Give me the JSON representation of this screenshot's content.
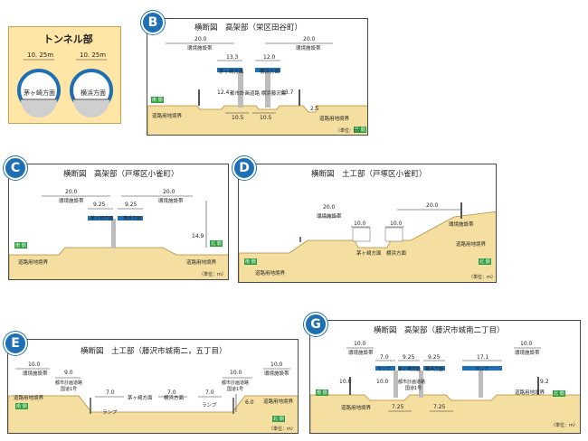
{
  "colors": {
    "ground": "#f5dfa0",
    "ground_edge": "#b58a3a",
    "deck": "#1f6fb5",
    "badge": "#1f6fb5",
    "tunnel_fill": "#ffe6a6",
    "tag": "#2e9e3e"
  },
  "tunnel": {
    "title": "トンネル部",
    "left_width": "10. 25m",
    "right_width": "10. 25m",
    "left_label": "茅ヶ崎方面",
    "right_label": "横浜方面"
  },
  "B": {
    "badge": "B",
    "title": "横断図　高架部（栄区田谷町）",
    "dims": {
      "top_left": "20.0",
      "top_right": "20.0",
      "upper_l": "13.3",
      "upper_r": "12.0",
      "left_h": "12.4",
      "right_h": "13.7",
      "bot_l": "10.5",
      "bot_r": "10.5",
      "side": "2.5"
    },
    "labels": {
      "setback_l": "環境施設帯",
      "setback_r": "環境施設帯",
      "deck_l": "茅ヶ崎方面",
      "deck_r": "横浜方面",
      "road_note": "都市計画道路 横浜藤沢線",
      "bound_l": "道路用地境界",
      "bound_r": "道路用地境界",
      "tag_l": "南 側",
      "tag_r": "北 側",
      "unit": "（単位：m）"
    }
  },
  "C": {
    "badge": "C",
    "title": "横断図　高架部（戸塚区小雀町）",
    "dims": {
      "top": "20.0",
      "top2": "20.0",
      "upper_l": "9.25",
      "upper_r": "9.25",
      "right_h": "14.9"
    },
    "labels": {
      "setback_l": "環境施設帯",
      "setback_r": "環境施設帯",
      "deck_l": "茅ヶ崎方面",
      "deck_r": "横浜方面",
      "bound_l": "道路用地境界",
      "bound_r": "道路用地境界",
      "tag_l": "南 側",
      "tag_r": "北 側",
      "unit": "（単位：m）"
    }
  },
  "D": {
    "badge": "D",
    "title": "横断図　土工部（戸塚区小雀町）",
    "dims": {
      "top_l": "20.0",
      "top_r": "20.0",
      "mid_l": "10.0",
      "mid_r": "10.0"
    },
    "labels": {
      "setback_l": "環境施設帯",
      "setback_r": "環境施設帯",
      "road_l": "茅ヶ崎方面",
      "road_r": "横浜方面",
      "bound_l": "道路用地境界",
      "bound_r": "道路用地境界",
      "tag_l": "南 側",
      "tag_r": "北 側",
      "unit": "（単位：m）"
    }
  },
  "E": {
    "badge": "E",
    "title": "横断図　土工部（藤沢市城南二，五丁目）",
    "dims": {
      "top_l": "10.0",
      "top_r": "10.0",
      "inner_l": "9.0",
      "inner_r": "10.0",
      "r1": "7.0",
      "r2": "7.0",
      "r3": "7.0",
      "h": "6.0"
    },
    "labels": {
      "setback_l": "環境施設帯",
      "setback_r": "環境施設帯",
      "city_l1": "都市計画道路",
      "city_l2": "国道1号",
      "city_r1": "都市計画道路",
      "city_r2": "国道1号",
      "ramp_l": "ランプ",
      "road_l": "茅ヶ崎方面",
      "road_r": "横浜方面",
      "ramp_r": "ランプ",
      "bound_l": "道路用地境界",
      "bound_r": "道路用地境界",
      "tag_l": "南 側",
      "tag_r": "北 側",
      "unit": "（単位：m）"
    }
  },
  "G": {
    "badge": "G",
    "title": "横断図　高架部（藤沢市城南二丁目）",
    "dims": {
      "top_l": "10.0",
      "top_r": "10.0",
      "u1": "7.0",
      "u2": "9.25",
      "u3": "9.25",
      "u4": "17.1",
      "left_h": "10.0",
      "right_h": "9.2",
      "mid_h": "10.0",
      "bot_l": "7.25",
      "bot_r": "7.25"
    },
    "labels": {
      "setback_l": "環境施設帯",
      "setback_r": "環境施設帯",
      "ramp_l": "ランプ",
      "deck_l": "茅ヶ崎方面",
      "deck_r": "横浜方面",
      "ramp_r": "ランプ",
      "road_note1": "都市計画道路",
      "road_note2": "国道1号",
      "bound_l": "道路用地境界",
      "bound_r": "道路用地境界",
      "tag_l": "南 側",
      "tag_r": "北 側",
      "unit": "（単位：m）"
    }
  }
}
